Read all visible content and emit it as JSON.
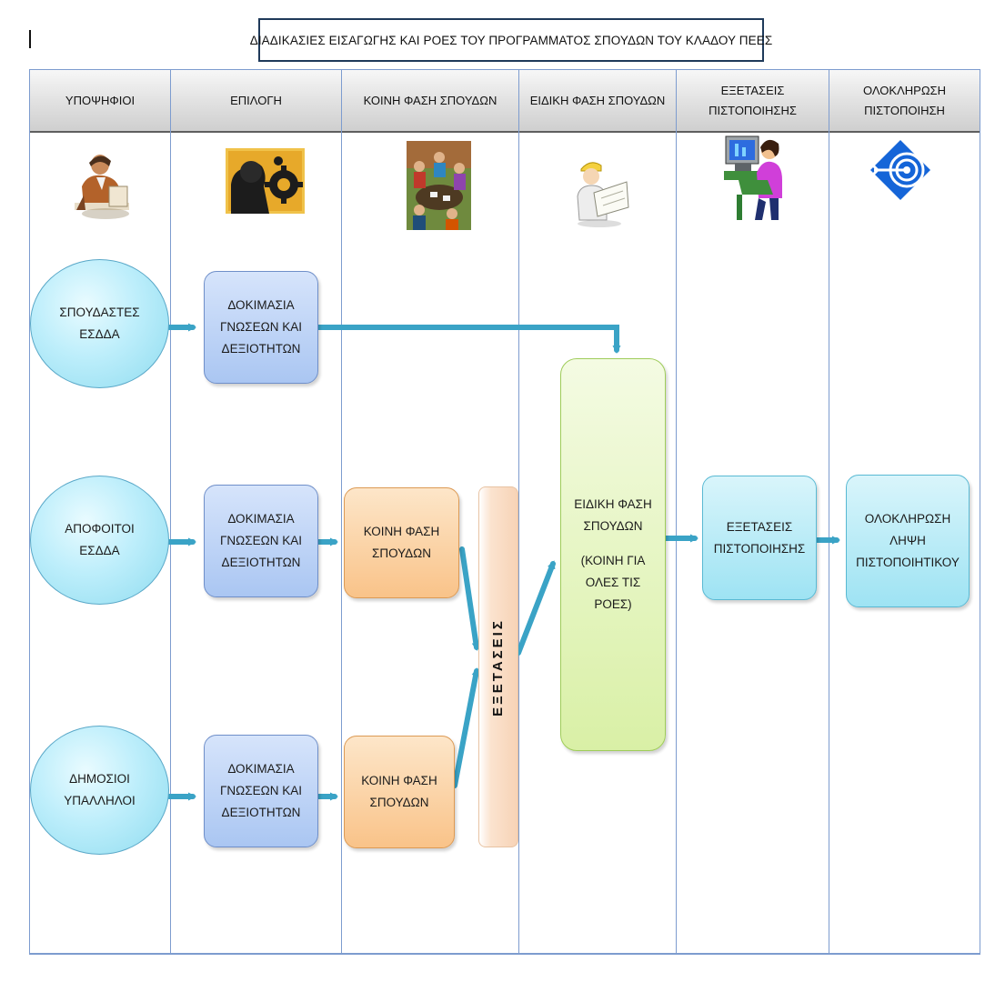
{
  "title": "ΔΙΑΔΙΚΑΣΙΕΣ ΕΙΣΑΓΩΓΗΣ ΚΑΙ ΡΟΕΣ ΤΟΥ ΠΡΟΓΡΑΜΜΑΤΟΣ ΣΠΟΥΔΩΝ ΤΟΥ ΚΛΑΔΟΥ ΠΕΕΣ",
  "columns": {
    "candidates": "ΥΠΟΨΗΦΙΟΙ",
    "selection": "ΕΠΙΛΟΓΗ",
    "common_phase": "ΚΟΙΝΗ ΦΑΣΗ ΣΠΟΥΔΩΝ",
    "special_phase": "ΕΙΔΙΚΗ ΦΑΣΗ ΣΠΟΥΔΩΝ",
    "cert_exams_l1": "ΕΞΕΤΑΣΕΙΣ",
    "cert_exams_l2": "ΠΙΣΤΟΠΟΙΗΣΗΣ",
    "completion_l1": "ΟΛΟΚΛΗΡΩΣΗ",
    "completion_l2": "ΠΙΣΤΟΠΟΙΗΣΗ"
  },
  "icons": [
    "man-at-desk-icon",
    "gear-silhouette-icon",
    "meeting-group-icon",
    "engineer-with-plans-icon",
    "woman-at-computer-icon",
    "target-arrow-icon"
  ],
  "nodes": {
    "students_l1": "ΣΠΟΥΔΑΣΤΕΣ",
    "students_l2": "ΕΣΔΔΑ",
    "graduates_l1": "ΑΠΟΦΟΙΤΟΙ",
    "graduates_l2": "ΕΣΔΔΑ",
    "civil_l1": "ΔΗΜΟΣΙΟΙ",
    "civil_l2": "ΥΠΑΛΛΗΛΟΙ",
    "test_l1": "ΔΟΚΙΜΑΣΙΑ",
    "test_l2": "ΓΝΩΣΕΩΝ ΚΑΙ",
    "test_l3": "ΔΕΞΙΟΤΗΤΩΝ",
    "common_l1": "ΚΟΙΝΗ ΦΑΣΗ",
    "common_l2": "ΣΠΟΥΔΩΝ",
    "exams": "ΕΞΕΤΑΣΕΙΣ",
    "special_l1": "ΕΙΔΙΚΗ ΦΑΣΗ",
    "special_l2": "ΣΠΟΥΔΩΝ",
    "special_l3": "(ΚΟΙΝΗ ΓΙΑ",
    "special_l4": "ΟΛΕΣ ΤΙΣ",
    "special_l5": "ΡΟΕΣ)",
    "cert_l1": "ΕΞΕΤΑΣΕΙΣ",
    "cert_l2": "ΠΙΣΤΟΠΟΙΗΣΗΣ",
    "done_l1": "ΟΛΟΚΛΗΡΩΣΗ",
    "done_l2": "ΛΗΨΗ",
    "done_l3": "ΠΙΣΤΟΠΟΙΗΤΙΚΟΥ"
  },
  "colors": {
    "frame": "#7d9ccf",
    "arrow": "#3aa3c6",
    "ellipse": "#bdeefb",
    "selection_box": "#aac6f2",
    "common_box": "#f9c389",
    "special_box": "#d9f0a6",
    "cert_box": "#9ee3f3"
  }
}
